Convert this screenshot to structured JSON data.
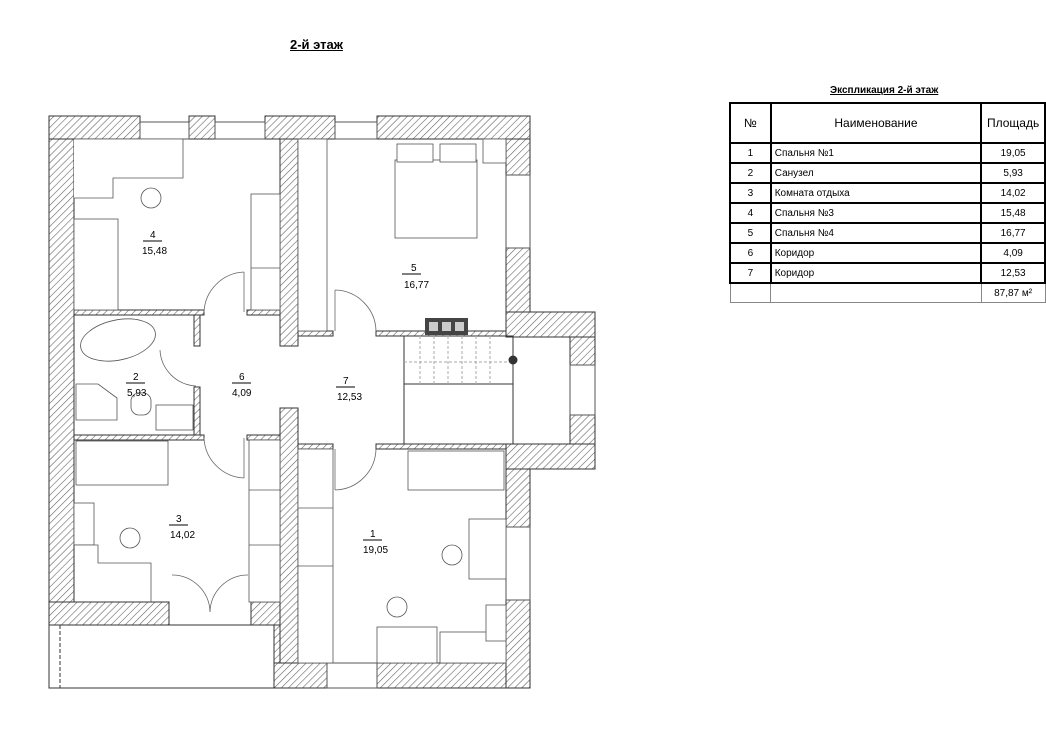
{
  "title": "2-й этаж",
  "rooms": [
    {
      "num": "1",
      "area": "19,05"
    },
    {
      "num": "2",
      "area": "5,93"
    },
    {
      "num": "3",
      "area": "14,02"
    },
    {
      "num": "4",
      "area": "15,48"
    },
    {
      "num": "5",
      "area": "16,77"
    },
    {
      "num": "6",
      "area": "4,09"
    },
    {
      "num": "7",
      "area": "12,53"
    }
  ],
  "table": {
    "title": "Экспликация 2-й этаж",
    "headers": [
      "№",
      "Наименование",
      "Площадь"
    ],
    "rows": [
      {
        "num": "1",
        "name": "Спальня №1",
        "area": "19,05"
      },
      {
        "num": "2",
        "name": "Санузел",
        "area": "5,93"
      },
      {
        "num": "3",
        "name": "Комната отдыха",
        "area": "14,02"
      },
      {
        "num": "4",
        "name": "Спальня №3",
        "area": "15,48"
      },
      {
        "num": "5",
        "name": "Спальня №4",
        "area": "16,77"
      },
      {
        "num": "6",
        "name": "Коридор",
        "area": "4,09"
      },
      {
        "num": "7",
        "name": "Коридор",
        "area": "12,53"
      }
    ],
    "total": "87,87 м²"
  }
}
